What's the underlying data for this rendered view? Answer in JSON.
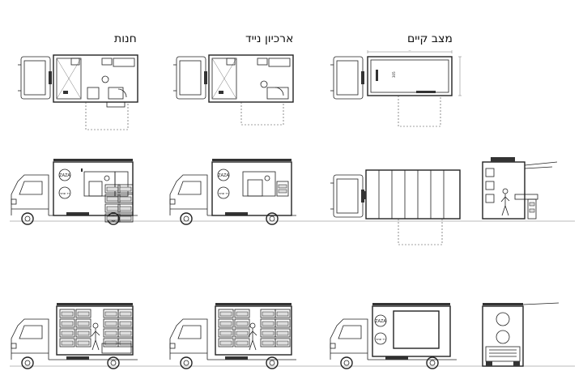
{
  "columns": [
    {
      "title": "חנות"
    },
    {
      "title": "ארכיון נייד"
    },
    {
      "title": "מצב קיים"
    }
  ],
  "labels": {
    "logo": "ZAZA",
    "vendor": "ורד שחורי",
    "dimension_a": "305"
  }
}
